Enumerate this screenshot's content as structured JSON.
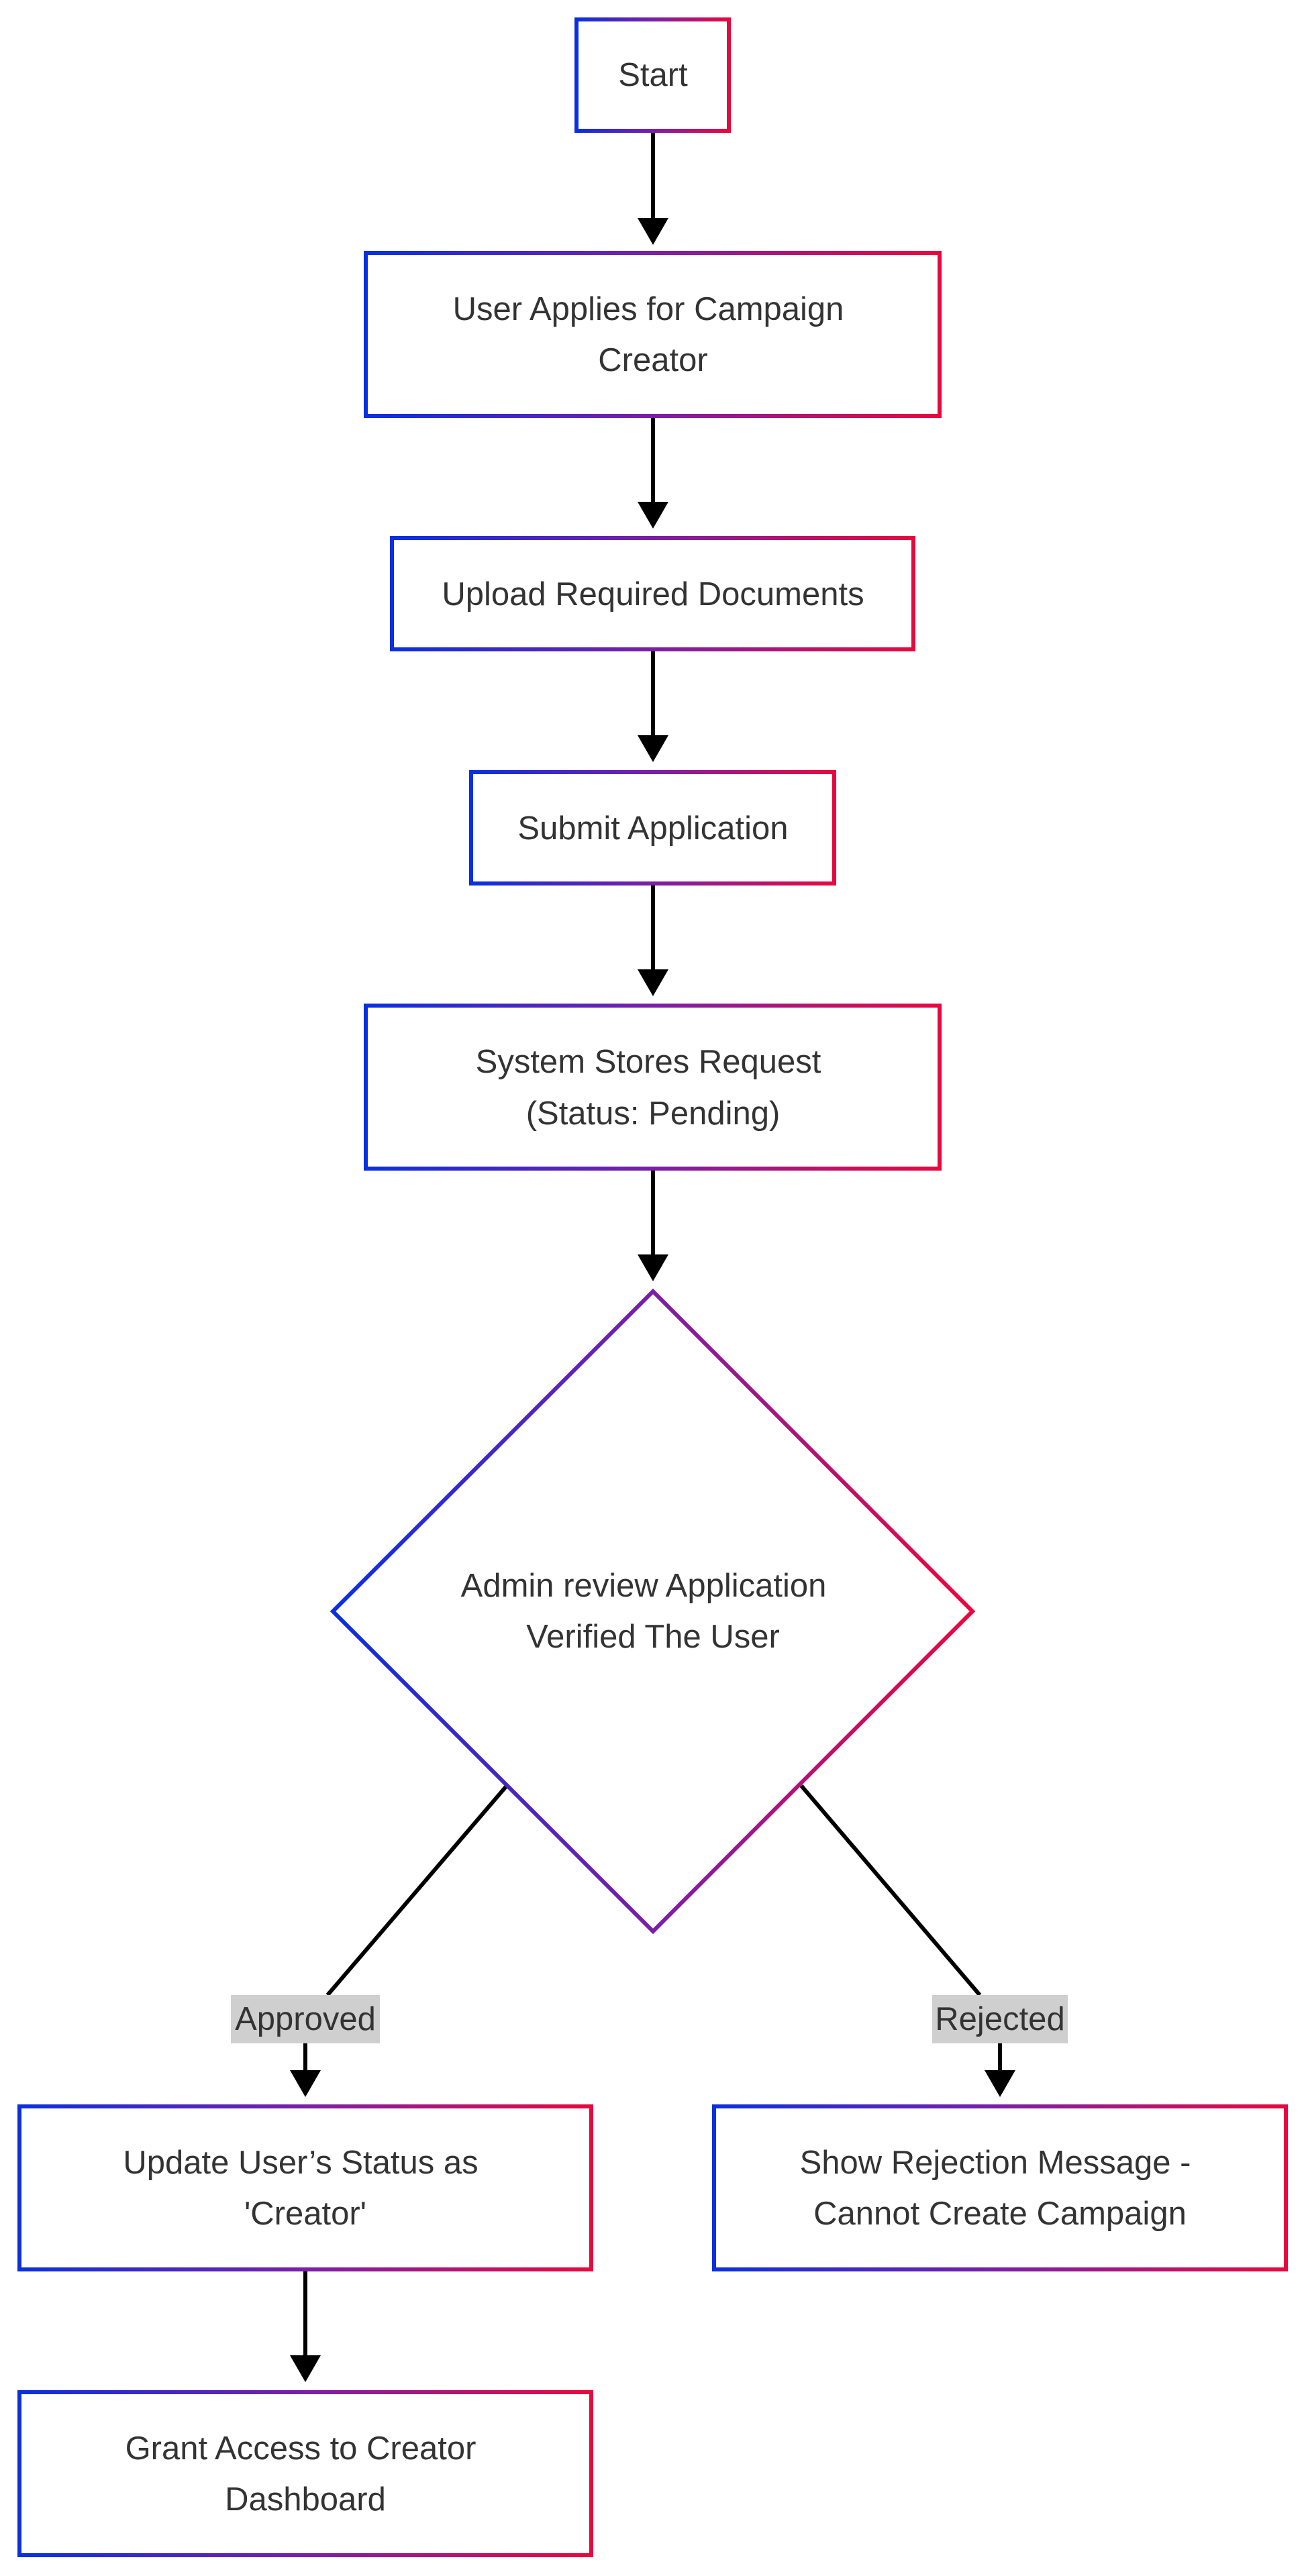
{
  "colors": {
    "gradient_start": "#0a2fe0",
    "gradient_mid": "#7a1fa8",
    "gradient_end": "#e8083e",
    "edge": "#000000",
    "text": "#333333",
    "edge_label_bg": "#cfcfcf"
  },
  "nodes": {
    "start": {
      "line1": "Start"
    },
    "apply": {
      "line1": "User Applies for Campaign",
      "line2": "Creator"
    },
    "upload": {
      "line1": "Upload Required Documents"
    },
    "submit": {
      "line1": "Submit Application"
    },
    "store": {
      "line1": "System Stores Request",
      "line2": "(Status: Pending)"
    },
    "review": {
      "line1": "Admin review Application",
      "line2": "Verified The User"
    },
    "update": {
      "line1": "Update User’s Status as",
      "line2": "'Creator'"
    },
    "reject": {
      "line1": "Show Rejection Message -",
      "line2": "Cannot Create Campaign"
    },
    "grant": {
      "line1": "Grant Access to Creator",
      "line2": "Dashboard"
    }
  },
  "edges": {
    "approved_label": "Approved",
    "rejected_label": "Rejected"
  }
}
